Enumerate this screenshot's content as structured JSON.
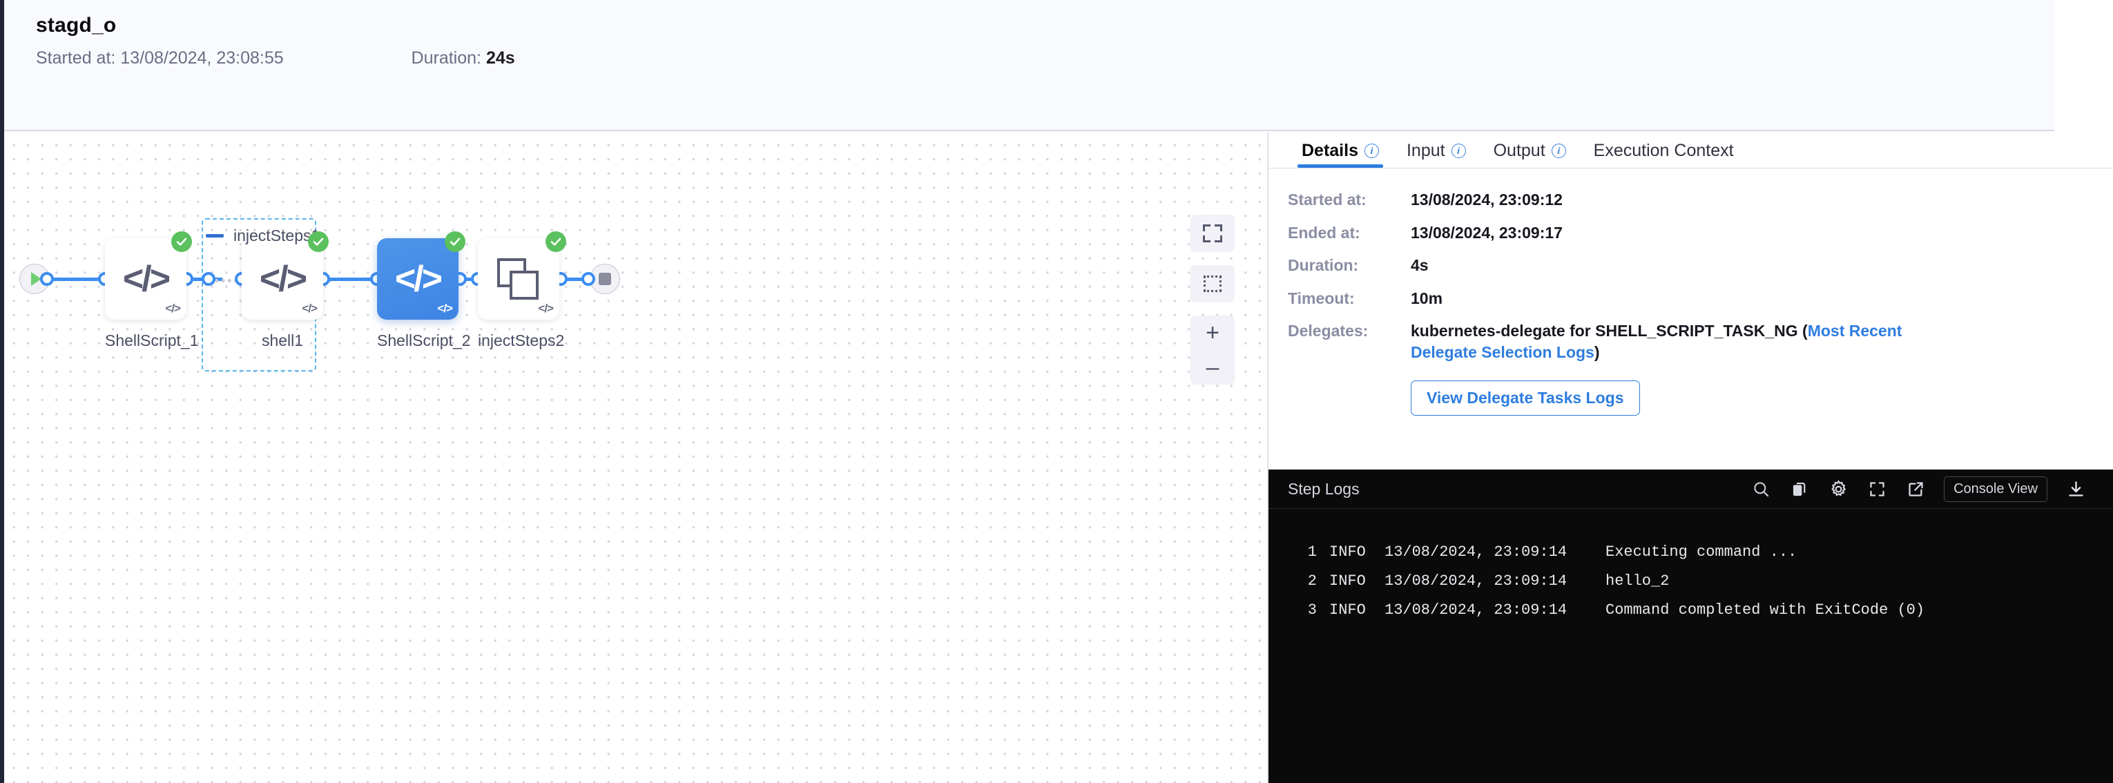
{
  "header": {
    "title": "stagd_o",
    "started_label": "Started at:",
    "started_value": "13/08/2024, 23:08:55",
    "duration_label": "Duration:",
    "duration_value": "24s"
  },
  "canvas": {
    "group": {
      "title": "injectSteps1",
      "collapse_icon": "minus-icon"
    },
    "nodes": [
      {
        "id": "start",
        "type": "start",
        "label": "",
        "icon": "play-icon",
        "status": ""
      },
      {
        "id": "shellscript1",
        "type": "step",
        "label": "ShellScript_1",
        "icon": "code-icon",
        "status": "success",
        "selected": false
      },
      {
        "id": "shell1",
        "type": "step",
        "label": "shell1",
        "icon": "code-icon",
        "status": "success",
        "selected": false
      },
      {
        "id": "shellscript2",
        "type": "step",
        "label": "ShellScript_2",
        "icon": "code-icon",
        "status": "success",
        "selected": true
      },
      {
        "id": "injectsteps2",
        "type": "group-step",
        "label": "injectSteps2",
        "icon": "group-icon",
        "status": "success",
        "selected": false
      },
      {
        "id": "end",
        "type": "end",
        "label": "",
        "icon": "stop-icon",
        "status": ""
      }
    ],
    "controls": [
      {
        "name": "fit-screen-button",
        "icon": "fullscreen-icon"
      },
      {
        "name": "selection-box-button",
        "icon": "dotted-square-icon"
      },
      {
        "name": "zoom-in-button",
        "icon": "plus-icon",
        "glyph": "+"
      },
      {
        "name": "zoom-out-button",
        "icon": "minus-icon",
        "glyph": "–"
      }
    ]
  },
  "panel": {
    "tabs": [
      {
        "label": "Details",
        "has_info": true,
        "active": true
      },
      {
        "label": "Input",
        "has_info": true,
        "active": false
      },
      {
        "label": "Output",
        "has_info": true,
        "active": false
      },
      {
        "label": "Execution Context",
        "has_info": false,
        "active": false
      }
    ],
    "details": [
      {
        "label": "Started at:",
        "value": "13/08/2024, 23:09:12"
      },
      {
        "label": "Ended at:",
        "value": "13/08/2024, 23:09:17"
      },
      {
        "label": "Duration:",
        "value": "4s"
      },
      {
        "label": "Timeout:",
        "value": "10m"
      }
    ],
    "delegates_label": "Delegates:",
    "delegates_text": "kubernetes-delegate for SHELL_SCRIPT_TASK_NG (",
    "delegates_link": "Most Recent Delegate Selection Logs",
    "delegates_tail": ")",
    "view_logs_button": "View Delegate Tasks Logs"
  },
  "logs": {
    "title": "Step Logs",
    "console_view_label": "Console View",
    "actions": [
      {
        "name": "search-icon"
      },
      {
        "name": "copy-icon"
      },
      {
        "name": "gear-icon"
      },
      {
        "name": "fullscreen-icon"
      },
      {
        "name": "open-external-icon"
      },
      {
        "name": "download-icon"
      }
    ],
    "lines": [
      {
        "num": "1",
        "level": "INFO",
        "time": "13/08/2024, 23:09:14",
        "message": "Executing command ..."
      },
      {
        "num": "2",
        "level": "INFO",
        "time": "13/08/2024, 23:09:14",
        "message": "hello_2"
      },
      {
        "num": "3",
        "level": "INFO",
        "time": "13/08/2024, 23:09:14",
        "message": "Command completed with ExitCode (0)"
      }
    ]
  },
  "colors": {
    "accent_blue": "#2e7de0",
    "edge_blue": "#3c8ef0",
    "success_green": "#5bc15e",
    "selected_node": "#3e84e4",
    "group_border": "#56b6ef",
    "console_bg": "#0a0a0b"
  }
}
